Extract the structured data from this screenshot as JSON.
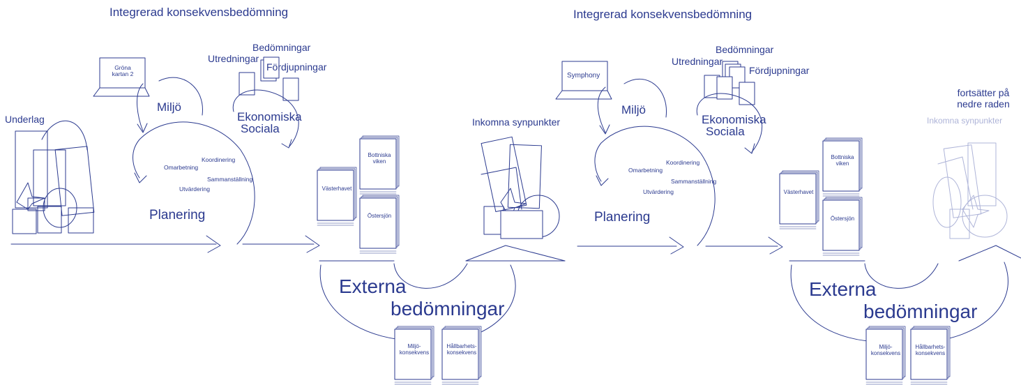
{
  "colors": {
    "ink": "#2b3a8f",
    "faded": "#aeb4d8",
    "background": "#ffffff"
  },
  "left": {
    "title": "Integrerad konsekvensbedömning",
    "underlag": "Underlag",
    "laptop": "Gröna kartan 2",
    "miljo": "Miljö",
    "bedomningar": "Bedömningar",
    "utredningar": "Utredningar",
    "fordjupningar": "Fördjupningar",
    "ekonomiska": "Ekonomiska",
    "sociala": "Sociala",
    "koordinering": "Koordinering",
    "omarbetning": "Omarbetning",
    "sammanstallning": "Sammanställning",
    "utvardering": "Utvärdering",
    "planering": "Planering",
    "bottniska": "Bottniska viken",
    "vasterhavet": "Västerhavet",
    "ostersjon": "Östersjön",
    "inkomna": "Inkomna synpunkter",
    "externa": "Externa",
    "bedomningar_big": "bedömningar",
    "miljokonsekvens": "Miljö-konsekvens",
    "hallbarhetskonsekvens": "Hållbarhets-konsekvens"
  },
  "right": {
    "title": "Integrerad konsekvensbedömning",
    "laptop": "Symphony",
    "miljo": "Miljö",
    "bedomningar": "Bedömningar",
    "utredningar": "Utredningar",
    "fordjupningar": "Fördjupningar",
    "ekonomiska": "Ekonomiska",
    "sociala": "Sociala",
    "koordinering": "Koordinering",
    "omarbetning": "Omarbetning",
    "sammanstallning": "Sammanställning",
    "utvardering": "Utvärdering",
    "planering": "Planering",
    "bottniska": "Bottniska viken",
    "vasterhavet": "Västerhavet",
    "ostersjon": "Östersjön",
    "continues": "fortsätter på nedre raden",
    "inkomna": "Inkomna synpunkter",
    "externa": "Externa",
    "bedomningar_big": "bedömningar",
    "miljokonsekvens": "Miljö-konsekvens",
    "hallbarhetskonsekvens": "Hållbarhets-konsekvens"
  }
}
